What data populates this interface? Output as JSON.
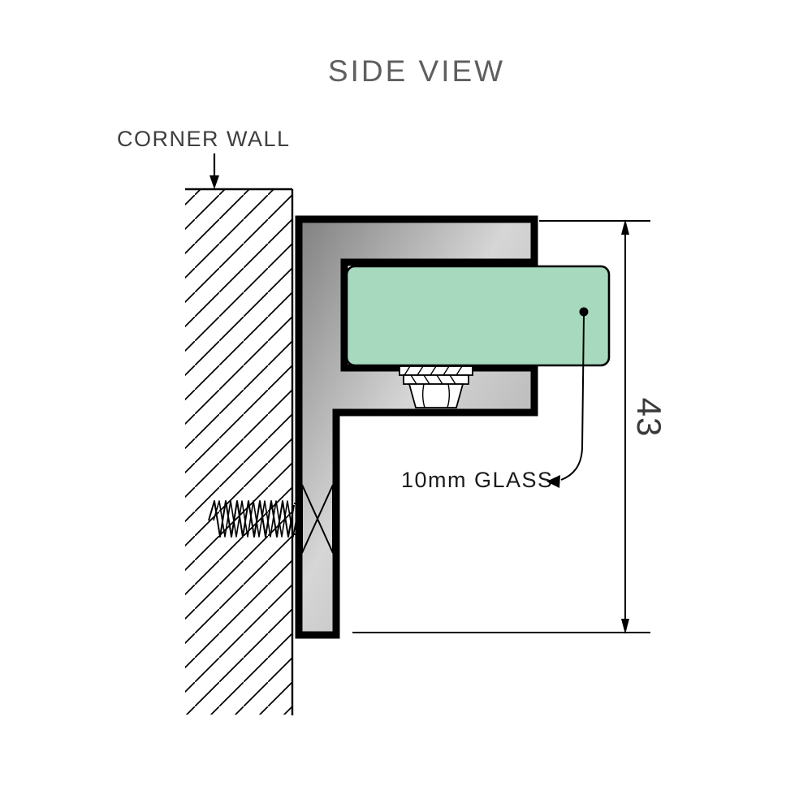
{
  "title": "SIDE VIEW",
  "diagram": {
    "labels": {
      "wall": "CORNER WALL",
      "glass": "10mm GLASS"
    },
    "dimension": {
      "value": "43"
    }
  },
  "colors": {
    "glass_fill": "#a6d9bd",
    "metal_dark": "#808080",
    "metal_mid": "#d6d6d6",
    "metal_light": "#a3a3a3",
    "outline": "#000000",
    "title_color": "#5f5f5f",
    "wall_label_color": "#3f3f3f",
    "glass_label_color": "#1b1b1b",
    "dimension_color": "#3a3a3a"
  }
}
